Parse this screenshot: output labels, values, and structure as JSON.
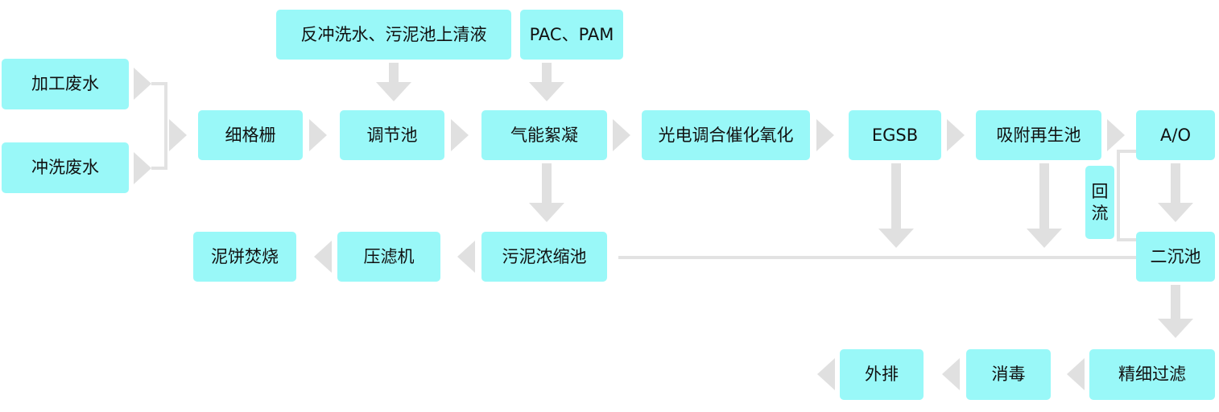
{
  "diagram": {
    "colors": {
      "box": "#99f8f8",
      "arrow": "#e0e0e0",
      "line": "#e2e2e2",
      "text": "#111111"
    },
    "nodes": {
      "processing_wastewater": "加工废水",
      "washing_wastewater": "冲洗废水",
      "fine_screen": "细格栅",
      "regulating_tank": "调节池",
      "backwash_supernatant": "反冲洗水、污泥池上清液",
      "pac_pam": "PAC、PAM",
      "air_flotation": "气能絮凝",
      "photoelectric_oxidation": "光电调合催化氧化",
      "egsb": "EGSB",
      "adsorption_regeneration": "吸附再生池",
      "ao": "A/O",
      "reflux": "回流",
      "secondary_clarifier": "二沉池",
      "sludge_thickener": "污泥浓缩池",
      "filter_press": "压滤机",
      "sludge_incineration": "泥饼焚烧",
      "fine_filtration": "精细过滤",
      "disinfection": "消毒",
      "discharge": "外排"
    }
  }
}
